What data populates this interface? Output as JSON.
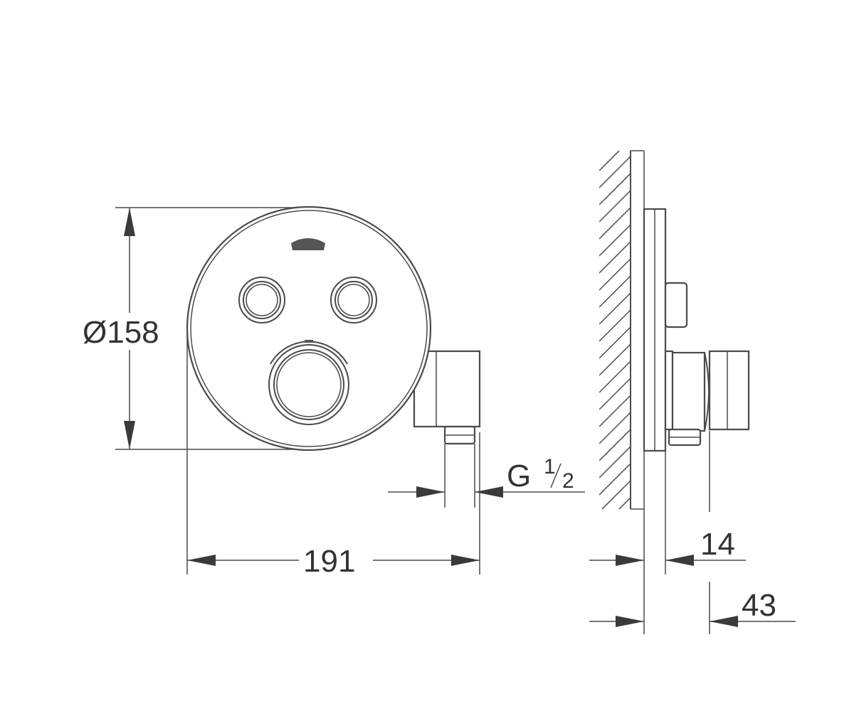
{
  "dimensions": {
    "diameter": "Ø158",
    "width": "191",
    "thread_main": "G",
    "thread_num": "1",
    "thread_den": "2",
    "depth_a": "14",
    "depth_b": "43"
  },
  "icons": {
    "brand": "brand-logo",
    "knurl": "knurled-grip"
  },
  "colors": {
    "line": "#4a4a4a",
    "text": "#333333"
  }
}
